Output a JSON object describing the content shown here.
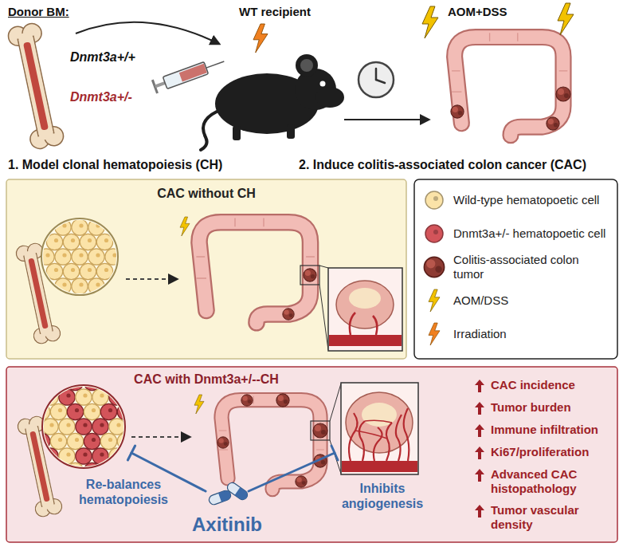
{
  "diagram": {
    "nodes": [
      {
        "text": [
          "CAC without CH"
        ]
      },
      {
        "text": [
          "CAC with Dnmt3a+/--CH",
          "Re-balances hematopoiesis",
          "Axitinib",
          "Inhibits angiogenesis",
          "CAC incidence",
          "Tumor burden",
          "Immune infiltration",
          "Ki67/proliferation",
          "Advanced CAC histopathology",
          "Tumor vascular density"
        ]
      }
    ],
    "labels": [
      "Donor BM:",
      "Dnmt3a+/+",
      "Dnmt3a+/-",
      "WT recipient",
      "AOM+DSS",
      "1. Model clonal hematopoiesis (CH)",
      "2. Induce colitis-associated colon cancer (CAC)"
    ],
    "legend": [
      {
        "text": "Wild-type hematopoetic cell",
        "color": "#fbe3a8"
      },
      {
        "text": "Dnmt3a+/- hematopoetic cell",
        "color": "#d3545a"
      },
      {
        "text": "Colitis-associated colon tumor"
      },
      {
        "text": "AOM/DSS"
      },
      {
        "text": "Irradiation"
      }
    ]
  }
}
